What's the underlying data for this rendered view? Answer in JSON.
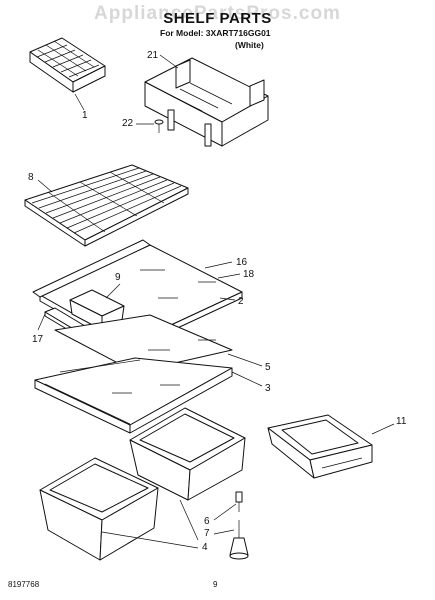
{
  "header": {
    "watermark": "AppliancePartsPros.com",
    "title": "SHELF PARTS",
    "model": "For Model: 3XART716GG01",
    "variant": "(White)"
  },
  "callouts": [
    "21",
    "22",
    "1",
    "8",
    "16",
    "18",
    "9",
    "2",
    "17",
    "5",
    "3",
    "11",
    "6",
    "7",
    "4"
  ],
  "footer": {
    "doc_number": "8197768",
    "page_number": "9"
  }
}
